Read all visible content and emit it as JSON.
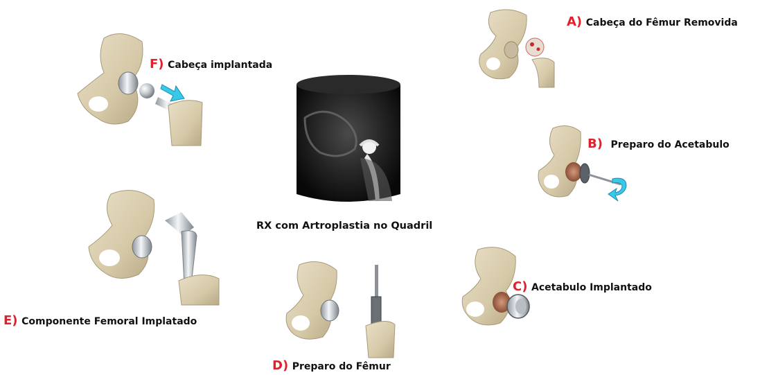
{
  "center_caption": "RX com Artroplastia  no Quadril",
  "steps": {
    "a": {
      "letter": "A)",
      "text": "Cabeça do Fêmur Removida"
    },
    "b": {
      "letter": "B)",
      "text": "Preparo do Acetabulo"
    },
    "c": {
      "letter": "C)",
      "text": "Acetabulo Implantado"
    },
    "d": {
      "letter": "D)",
      "text": "Preparo do Fêmur"
    },
    "e": {
      "letter": "E)",
      "text": "Componente Femoral Implatado"
    },
    "f": {
      "letter": "F)",
      "text": "Cabeça  implantada"
    }
  },
  "colors": {
    "letter_red": "#e2202c",
    "bone": "#d8ccae",
    "arrow_cyan": "#38c8e8",
    "xray_dark": "#161616"
  }
}
